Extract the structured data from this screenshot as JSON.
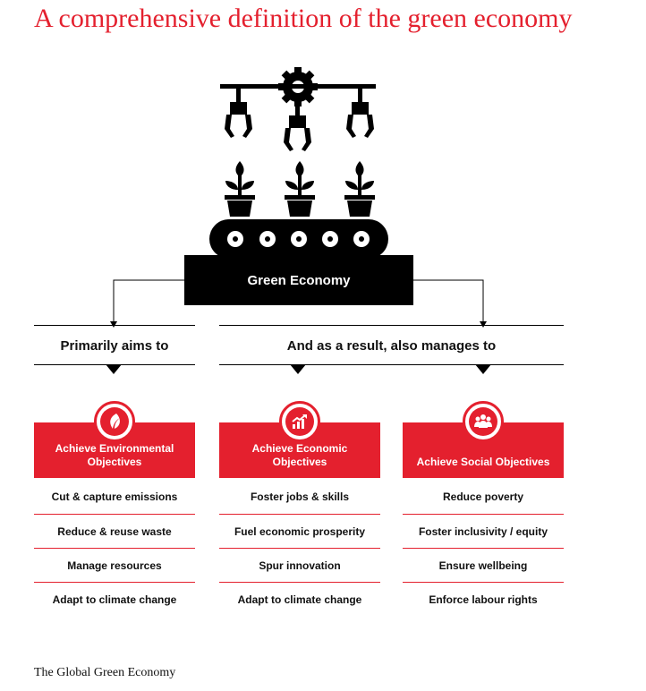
{
  "title": "A comprehensive definition of the green economy",
  "center_label": "Green Economy",
  "headers": {
    "left": "Primarily aims to",
    "right": "And as a result, also manages to"
  },
  "columns": [
    {
      "icon": "leaf-icon",
      "objective": "Achieve Environmental Objectives",
      "items": [
        "Cut & capture emissions",
        "Reduce & reuse waste",
        "Manage resources",
        "Adapt to climate change"
      ]
    },
    {
      "icon": "growth-chart-icon",
      "objective": "Achieve Economic Objectives",
      "items": [
        "Foster jobs & skills",
        "Fuel economic prosperity",
        "Spur innovation",
        "Adapt to climate change"
      ]
    },
    {
      "icon": "people-group-icon",
      "objective": "Achieve Social Objectives",
      "items": [
        "Reduce poverty",
        "Foster inclusivity / equity",
        "Ensure wellbeing",
        "Enforce labour rights"
      ]
    }
  ],
  "footer": "The Global Green Economy",
  "colors": {
    "accent": "#e4202e",
    "dark": "#000000"
  }
}
